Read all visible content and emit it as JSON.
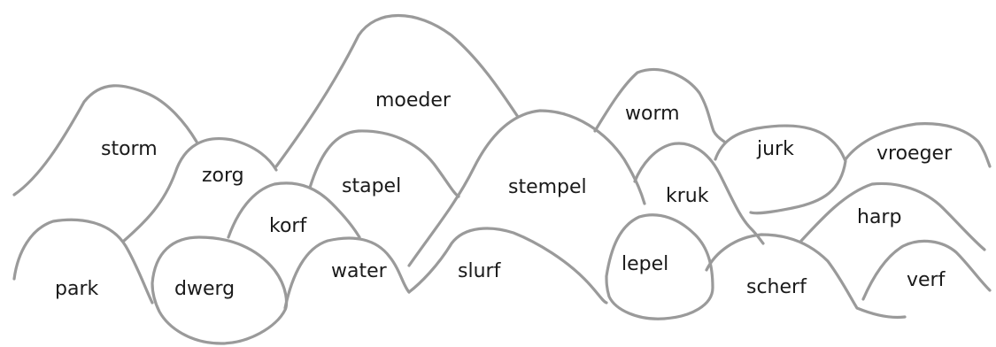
{
  "colors": {
    "stroke": "#9a9a9a",
    "ink": "#1a1a1a",
    "background": "#ffffff"
  },
  "words": {
    "storm": "storm",
    "zorg": "zorg",
    "moeder": "moeder",
    "stapel": "stapel",
    "korf": "korf",
    "park": "park",
    "dwerg": "dwerg",
    "water": "water",
    "stempel": "stempel",
    "slurf": "slurf",
    "worm": "worm",
    "kruk": "kruk",
    "lepel": "lepel",
    "jurk": "jurk",
    "vroeger": "vroeger",
    "harp": "harp",
    "scherf": "scherf",
    "verf": "verf"
  }
}
